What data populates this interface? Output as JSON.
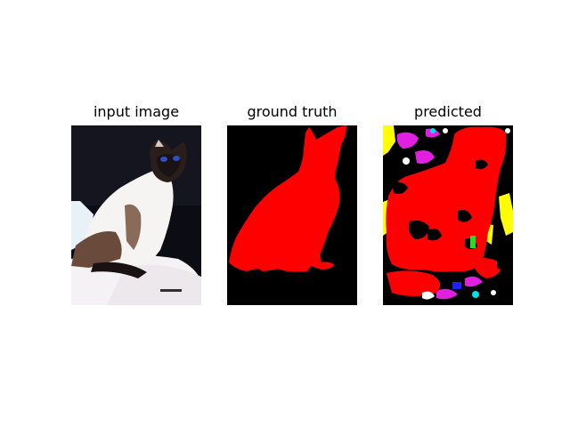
{
  "figure": {
    "panels": [
      {
        "id": "input",
        "title": "input image"
      },
      {
        "id": "truth",
        "title": "ground truth"
      },
      {
        "id": "pred",
        "title": "predicted"
      }
    ],
    "colors": {
      "background": "#000000",
      "cat_class": "#ff0000",
      "noise_magenta": "#e020e0",
      "noise_yellow": "#ffff00",
      "noise_cyan": "#00e0e0",
      "noise_green": "#20e020",
      "noise_blue": "#2020ff",
      "noise_white": "#ffffff"
    }
  }
}
